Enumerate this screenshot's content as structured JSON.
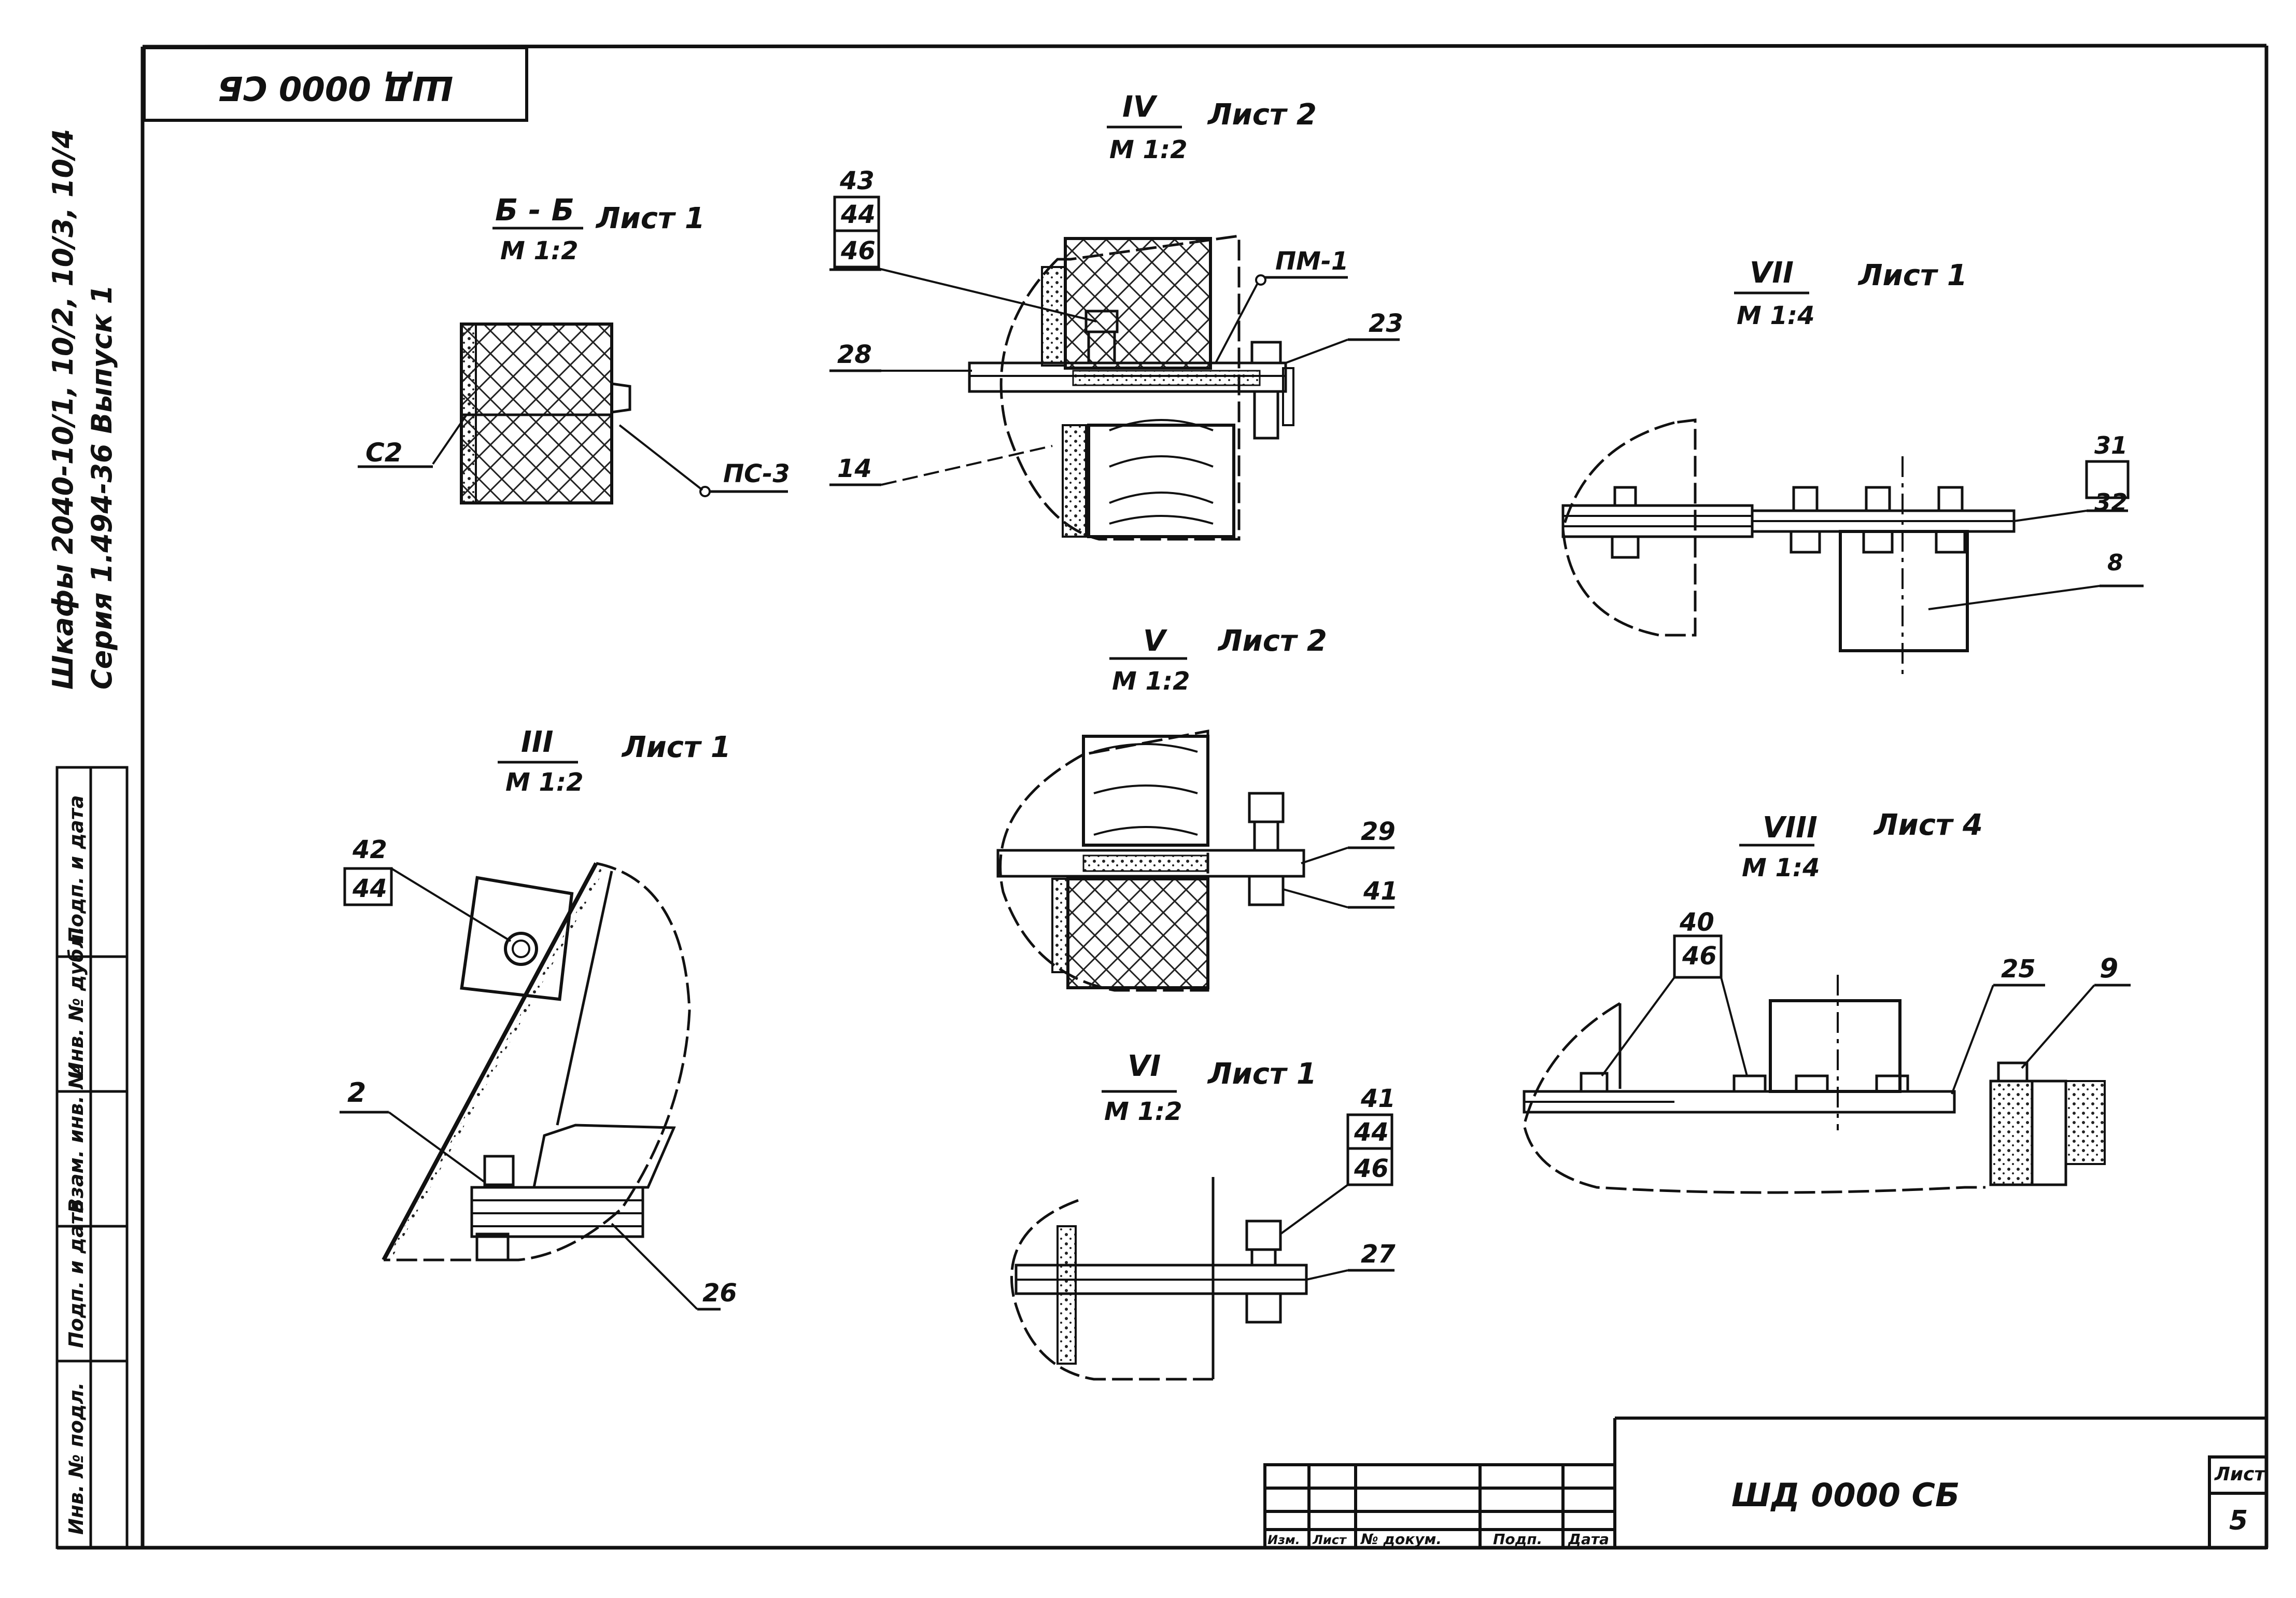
{
  "drawing_code_top": "ШД 0000 СБ",
  "side_note": {
    "line1": "Шкафы 2040-10/1, 10/2, 10/3, 10/4",
    "line2": "Серия 1.494-36  Выпуск 1"
  },
  "side_stamp": {
    "labels": [
      "Инв. № подл.",
      "Подп. и дата",
      "Взам. инв. №",
      "Инв. № дубл.",
      "Подп. и дата"
    ]
  },
  "views": {
    "bb": {
      "title": "Б - Б",
      "scale": "М 1:2",
      "sheet": "Лист 1"
    },
    "iv": {
      "title": "IV",
      "scale": "М 1:2",
      "sheet": "Лист 2"
    },
    "v": {
      "title": "V",
      "scale": "М 1:2",
      "sheet": "Лист 2"
    },
    "vi": {
      "title": "VI",
      "scale": "М 1:2",
      "sheet": "Лист 1"
    },
    "iii": {
      "title": "III",
      "scale": "М 1:2",
      "sheet": "Лист 1"
    },
    "vii": {
      "title": "VII",
      "scale": "М 1:4",
      "sheet": "Лист 1"
    },
    "viii": {
      "title": "VIII",
      "scale": "М 1:4",
      "sheet": "Лист 4"
    }
  },
  "callouts": {
    "c2": "С2",
    "pc3": "ПС-3",
    "n43": "43",
    "n44a": "44",
    "n46a": "46",
    "pm1": "ПМ-1",
    "n23": "23",
    "n28": "28",
    "n14": "14",
    "n29": "29",
    "n41a": "41",
    "n41b": "41",
    "n44b": "44",
    "n46b": "46",
    "n27": "27",
    "n42": "42",
    "n44c": "44",
    "n2": "2",
    "n26": "26",
    "n31": "31",
    "n32": "32",
    "n8": "8",
    "n40": "40",
    "n46c": "46",
    "n25": "25",
    "n9": "9"
  },
  "title_block": {
    "code": "ШД 0000 СБ",
    "sheet_label": "Лист",
    "sheet_no": "5",
    "col_headers": [
      "Изм.",
      "Лист",
      "№ докум.",
      "Подп.",
      "Дата"
    ]
  }
}
